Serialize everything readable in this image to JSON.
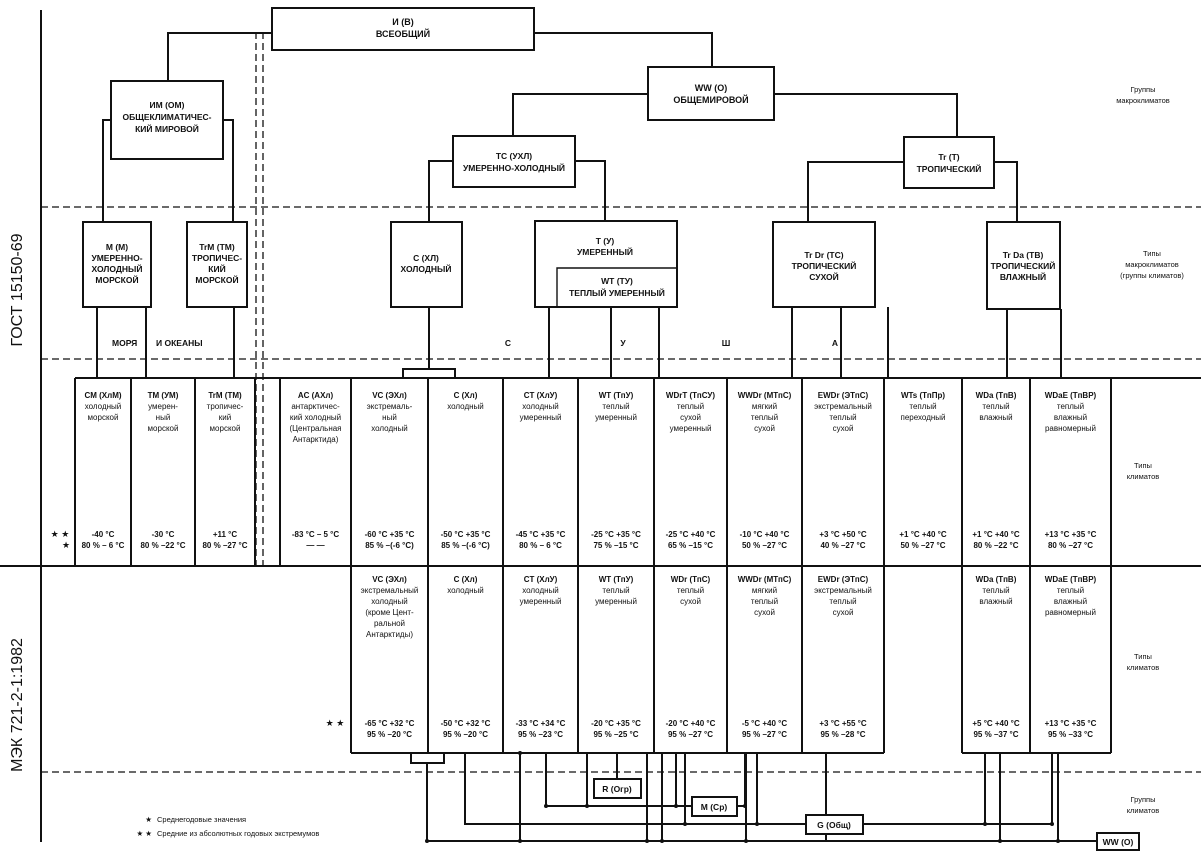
{
  "standards": {
    "top": "ГОСТ 15150-69",
    "bottom": "МЭК 721-2-1:1982"
  },
  "row_labels": {
    "macro_groups": [
      "Группы",
      "макроклиматов"
    ],
    "macro_types": [
      "Типы",
      "макроклиматов",
      "(группы климатов)"
    ],
    "climate_types_top": [
      "Типы",
      "климатов"
    ],
    "climate_types_bottom": [
      "Типы",
      "климатов"
    ],
    "climate_groups": [
      "Группы",
      "климатов"
    ]
  },
  "macro_groups": {
    "root": [
      "И (В)",
      "ВСЕОБЩИЙ"
    ],
    "general_climatic": [
      "ИМ (ОМ)",
      "ОБЩЕКЛИМАТИЧЕС-",
      "КИЙ МИРОВОЙ"
    ],
    "worldwide": [
      "WW (O)",
      "ОБЩЕМИРОВОЙ"
    ],
    "temperate_cold": [
      "TC (УХЛ)",
      "УМЕРЕННО-ХОЛОДНЫЙ"
    ],
    "tropical": [
      "Tr (T)",
      "ТРОПИЧЕСКИЙ"
    ]
  },
  "macro_types": {
    "marine_cold": [
      "M (M)",
      "УМЕРЕННО-",
      "ХОЛОДНЫЙ",
      "МОРСКОЙ"
    ],
    "marine_tropical": [
      "TrM (TM)",
      "ТРОПИЧЕС-",
      "КИЙ",
      "МОРСКОЙ"
    ],
    "cold": [
      "C (ХЛ)",
      "ХОЛОДНЫЙ"
    ],
    "temperate": [
      "T (У)",
      "УМЕРЕННЫЙ"
    ],
    "warm_temperate": [
      "WT (ТУ)",
      "ТЕПЛЫЙ УМЕРЕННЫЙ"
    ],
    "tropical_dry": [
      "Tr Dr (TC)",
      "ТРОПИЧЕСКИЙ",
      "СУХОЙ"
    ],
    "tropical_wet": [
      "Tr Da (TB)",
      "ТРОПИЧЕСКИЙ",
      "ВЛАЖНЫЙ"
    ]
  },
  "region_labels": {
    "seas": "МОРЯ",
    "and_oceans": "И  ОКЕАНЫ",
    "land_letters": [
      "С",
      "У",
      "Ш",
      "А"
    ]
  },
  "gost_climates": [
    {
      "name": [
        "CM (ХлМ)",
        "холодный",
        "морской"
      ],
      "values": [
        "-40 °C",
        "80 % – 6 °C"
      ]
    },
    {
      "name": [
        "TM (УМ)",
        "умерен-",
        "ный",
        "морской"
      ],
      "values": [
        "-30 °C",
        "80 % –22 °C"
      ]
    },
    {
      "name": [
        "TrM (TM)",
        "тропичес-",
        "кий",
        "морской"
      ],
      "values": [
        "+11 °C",
        "80 % –27 °C"
      ]
    },
    {
      "name": [
        "AC (АХл)",
        "антарктичес-",
        "кий холодный",
        "(Центральная",
        "Антарктида)"
      ],
      "values": [
        "-83 °C – 5 °C",
        "—        —"
      ]
    },
    {
      "name": [
        "VC (ЭХл)",
        "экстремаль-",
        "ный",
        "холодный"
      ],
      "values": [
        "-60 °C +35 °C",
        "85 % –(-6 °C)"
      ]
    },
    {
      "name": [
        "C (Хл)",
        "холодный"
      ],
      "values": [
        "-50 °C +35 °C",
        "85 % –(-6 °C)"
      ]
    },
    {
      "name": [
        "CT (ХлУ)",
        "холодный",
        "умеренный"
      ],
      "values": [
        "-45 °C +35 °C",
        "80 % – 6 °C"
      ]
    },
    {
      "name": [
        "WT (ТпУ)",
        "теплый",
        "умеренный"
      ],
      "values": [
        "-25 °C +35 °C",
        "75 % –15 °C"
      ]
    },
    {
      "name": [
        "WDrT (ТпСУ)",
        "теплый",
        "сухой",
        "умеренный"
      ],
      "values": [
        "-25 °C +40 °C",
        "65 % –15 °C"
      ]
    },
    {
      "name": [
        "WWDr (МТпС)",
        "мягкий",
        "теплый",
        "сухой"
      ],
      "values": [
        "-10 °C +40 °C",
        "50 % –27 °C"
      ]
    },
    {
      "name": [
        "EWDr (ЭТпС)",
        "экстремальный",
        "теплый",
        "сухой"
      ],
      "values": [
        "+3 °C +50 °C",
        "40 % –27 °C"
      ]
    },
    {
      "name": [
        "WTs (ТпПр)",
        "теплый",
        "переходный"
      ],
      "values": [
        "+1 °C +40 °C",
        "50 % –27 °C"
      ]
    },
    {
      "name": [
        "WDa (ТпВ)",
        "теплый",
        "влажный"
      ],
      "values": [
        "+1 °C +40 °C",
        "80 % –22 °C"
      ]
    },
    {
      "name": [
        "WDaE (ТпВР)",
        "теплый",
        "влажный",
        "равномерный"
      ],
      "values": [
        "+13 °C +35 °C",
        "80 % –27 °C"
      ]
    }
  ],
  "iec_climates": [
    {
      "name": [
        "VC (ЭХл)",
        "экстремальный",
        "холодный",
        "(кроме Цент-",
        "ральной",
        "Антарктиды)"
      ],
      "values": [
        "-65 °C +32 °C",
        "95 % –20 °C"
      ]
    },
    {
      "name": [
        "C (Хл)",
        "холодный"
      ],
      "values": [
        "-50 °C +32 °C",
        "95 % –20 °C"
      ]
    },
    {
      "name": [
        "CT (ХлУ)",
        "холодный",
        "умеренный"
      ],
      "values": [
        "-33 °C +34 °C",
        "95 % –23 °C"
      ]
    },
    {
      "name": [
        "WT (ТпУ)",
        "теплый",
        "умеренный"
      ],
      "values": [
        "-20 °C +35 °C",
        "95 % –25 °C"
      ]
    },
    {
      "name": [
        "WDr (ТпС)",
        "теплый",
        "сухой"
      ],
      "values": [
        "-20 °C +40 °C",
        "95 % –27 °C"
      ]
    },
    {
      "name": [
        "WWDr (МТпС)",
        "мягкий",
        "теплый",
        "сухой"
      ],
      "values": [
        "-5 °C +40 °C",
        "95 % –27 °C"
      ]
    },
    {
      "name": [
        "EWDr (ЭТпС)",
        "экстремальный",
        "теплый",
        "сухой"
      ],
      "values": [
        "+3 °C +55 °C",
        "95 % –28 °C"
      ]
    },
    {
      "name": [
        "WDa (ТпВ)",
        "теплый",
        "влажный"
      ],
      "values": [
        "+5 °C +40 °C",
        "95 % –37 °C"
      ]
    },
    {
      "name": [
        "WDaE (ТпВР)",
        "теплый",
        "влажный",
        "равномерный"
      ],
      "values": [
        "+13 °C +35 °C",
        "95 % –33 °C"
      ]
    }
  ],
  "iec_groups": {
    "restricted": "R (Огр)",
    "moderate": "M (Ср)",
    "general": "G (Общ)",
    "worldwide": "WW (O)"
  },
  "markers": {
    "double": "★ ★",
    "single": "★"
  },
  "legend": [
    {
      "marker": "★",
      "text": "Среднегодовые значения"
    },
    {
      "marker": "★ ★",
      "text": "Средние из абсолютных годовых экстремумов"
    }
  ]
}
